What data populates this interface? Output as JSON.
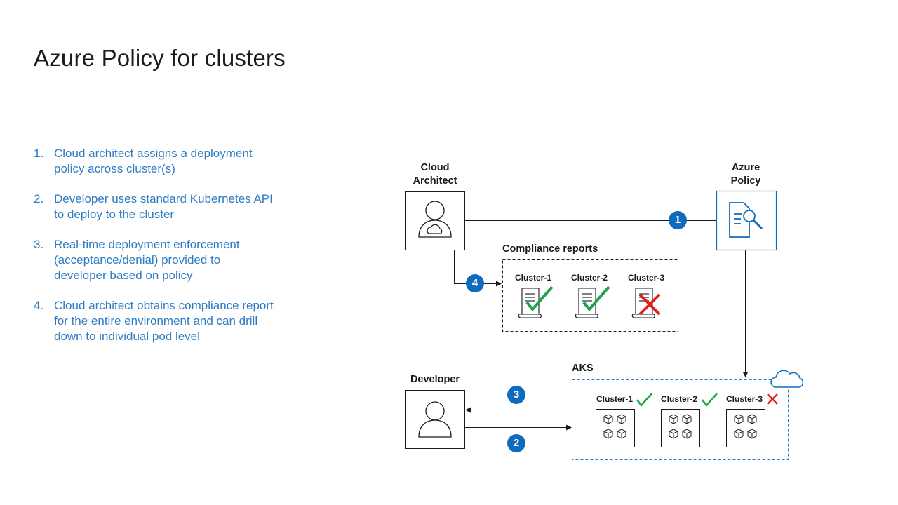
{
  "title": "Azure Policy for clusters",
  "steps": [
    {
      "num": "1.",
      "text": "Cloud architect assigns a deployment policy across cluster(s)"
    },
    {
      "num": "2.",
      "text": "Developer uses standard Kubernetes API to deploy to the cluster"
    },
    {
      "num": "3.",
      "text": "Real-time deployment enforcement (acceptance/denial) provided to developer based on policy"
    },
    {
      "num": "4.",
      "text": "Cloud architect obtains compliance report for the entire environment and can drill down to individual pod level"
    }
  ],
  "diagram": {
    "cloud_architect_label": "Cloud Architect",
    "azure_policy_label": "Azure Policy",
    "developer_label": "Developer",
    "compliance_label": "Compliance reports",
    "aks_label": "AKS",
    "badges": [
      "1",
      "2",
      "3",
      "4"
    ],
    "clusters": [
      {
        "name": "Cluster-1",
        "status": "compliant"
      },
      {
        "name": "Cluster-2",
        "status": "compliant"
      },
      {
        "name": "Cluster-3",
        "status": "non-compliant"
      }
    ],
    "colors": {
      "accent": "#0f6cbd",
      "text_blue": "#2e7bc4",
      "check": "#22a34a",
      "cross": "#e02020"
    }
  }
}
